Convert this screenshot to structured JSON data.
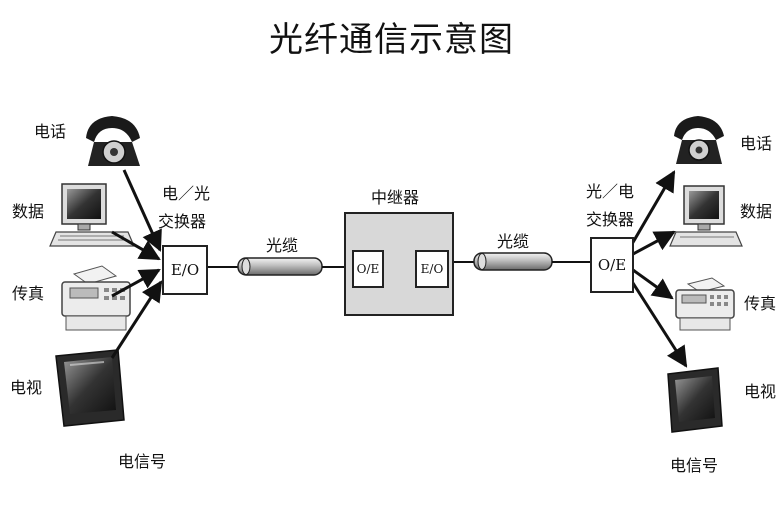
{
  "title": "光纤通信示意图",
  "left": {
    "devices": [
      "电话",
      "数据",
      "传真",
      "电视"
    ],
    "converter_label_line1": "电／光",
    "converter_label_line2": "交换器",
    "converter_box": "E/O",
    "signal_label": "电信号"
  },
  "cable_left_label": "光缆",
  "repeater": {
    "label": "中继器",
    "box_in": "O/E",
    "box_out": "E/O"
  },
  "cable_right_label": "光缆",
  "right": {
    "devices": [
      "电话",
      "数据",
      "传真",
      "电视"
    ],
    "converter_label_line1": "光／电",
    "converter_label_line2": "交换器",
    "converter_box": "O/E",
    "signal_label": "电信号"
  }
}
